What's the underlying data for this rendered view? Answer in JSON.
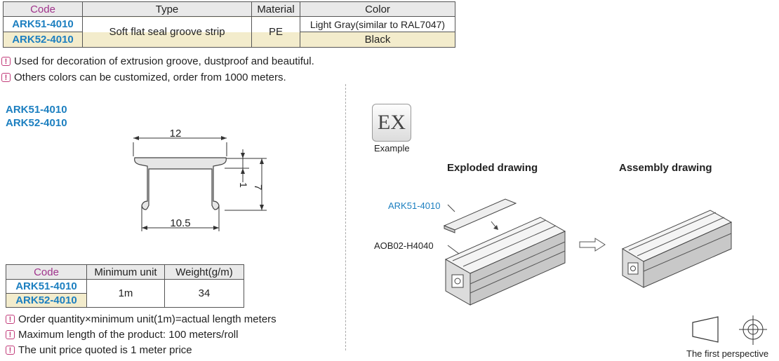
{
  "table1": {
    "headers": [
      "Code",
      "Type",
      "Material",
      "Color"
    ],
    "rows": [
      {
        "code": "ARK51-4010",
        "color": "Light Gray(similar to RAL7047)"
      },
      {
        "code": "ARK52-4010",
        "color": "Black"
      }
    ],
    "type": "Soft flat seal groove strip",
    "material": "PE"
  },
  "notes_top": [
    "Used for decoration of extrusion groove, dustproof and beautiful.",
    "Others colors can be customized, order from 1000 meters."
  ],
  "drawing": {
    "codes": [
      "ARK51-4010",
      "ARK52-4010"
    ],
    "dim_width": "12",
    "dim_height": "7",
    "dim_lip": "1",
    "dim_gap": "10.5"
  },
  "table2": {
    "headers": [
      "Code",
      "Minimum unit",
      "Weight(g/m)"
    ],
    "rows": [
      {
        "code": "ARK51-4010"
      },
      {
        "code": "ARK52-4010"
      }
    ],
    "unit": "1m",
    "weight": "34"
  },
  "notes_bottom": [
    "Order quantity×minimum unit(1m)=actual length meters",
    "Maximum length of the product: 100 meters/roll",
    "The unit price quoted is 1 meter price"
  ],
  "example": {
    "badge": "EX",
    "label": "Example",
    "exploded_title": "Exploded drawing",
    "assembly_title": "Assembly drawing",
    "part_strip": "ARK51-4010",
    "part_profile": "AOB02-H4040",
    "perspective": "The first perspective"
  }
}
